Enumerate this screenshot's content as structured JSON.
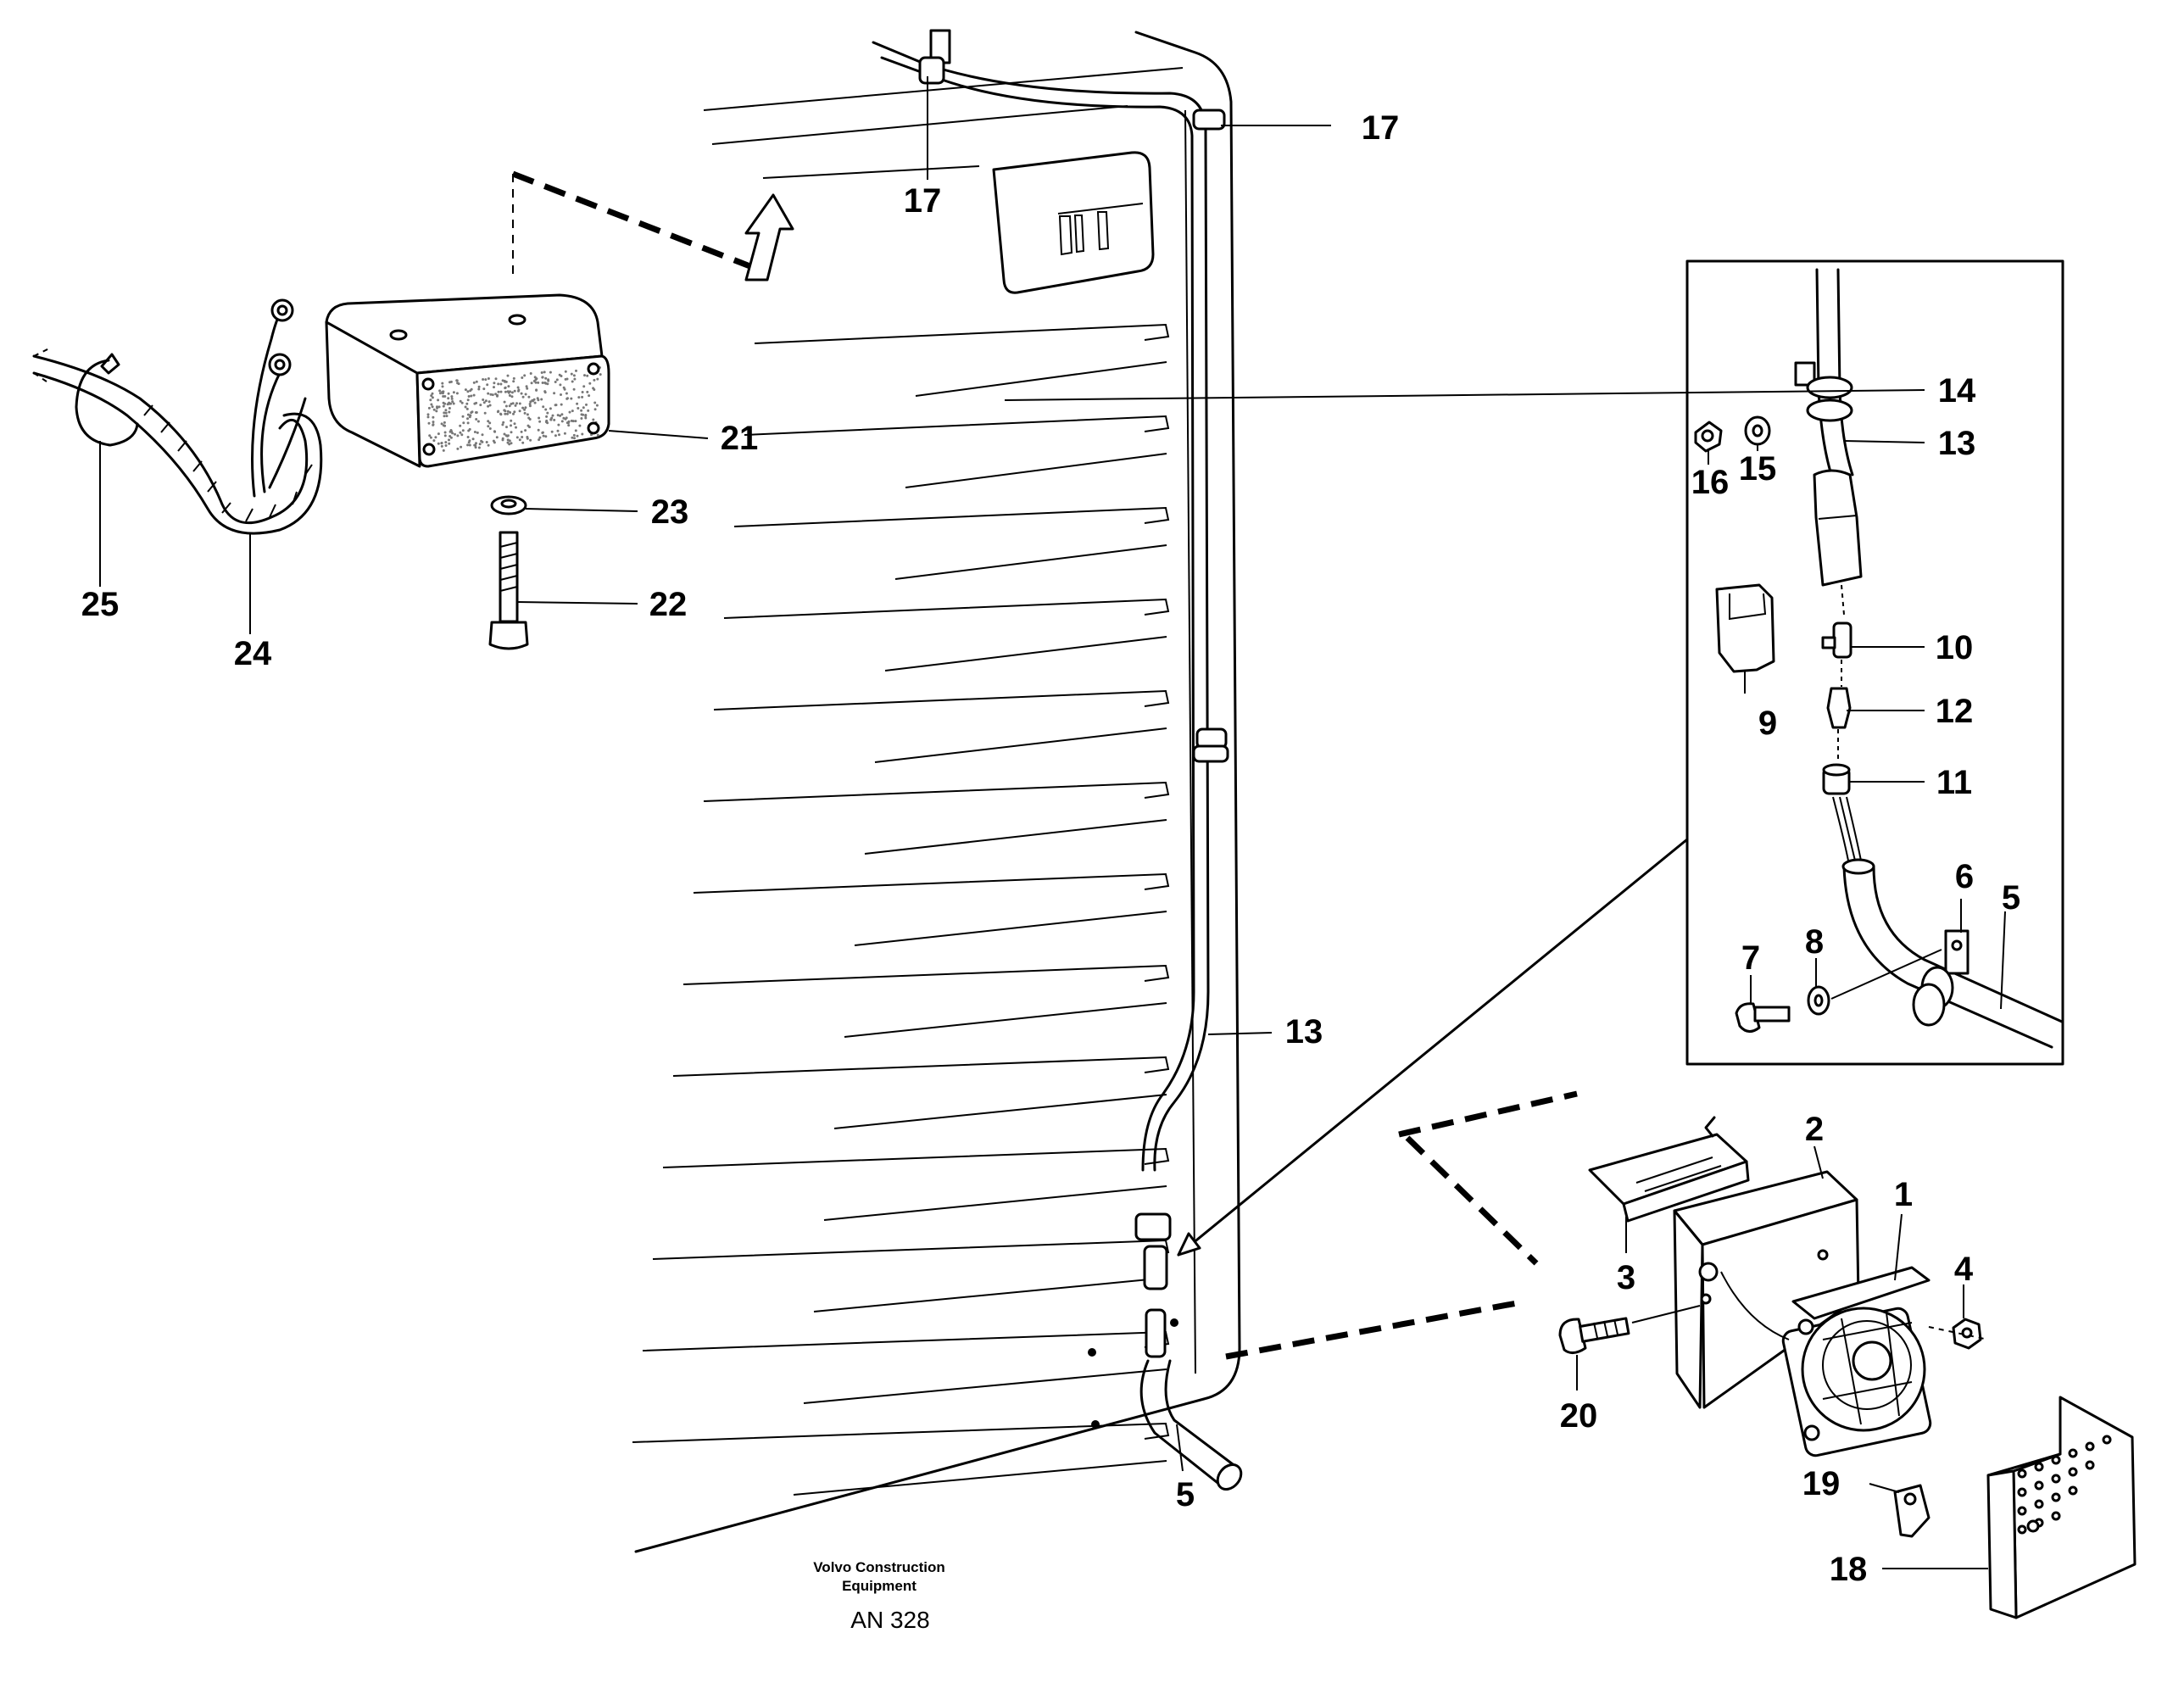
{
  "caption": {
    "company_line1": "Volvo Construction",
    "company_line2": "Equipment",
    "drawing_code": "AN 328"
  },
  "part_labels": [
    "17",
    "17",
    "21",
    "23",
    "22",
    "25",
    "24",
    "14",
    "13",
    "16",
    "15",
    "10",
    "9",
    "12",
    "11",
    "6",
    "5",
    "7",
    "8",
    "13",
    "2",
    "1",
    "3",
    "4",
    "20",
    "5",
    "19",
    "18"
  ]
}
